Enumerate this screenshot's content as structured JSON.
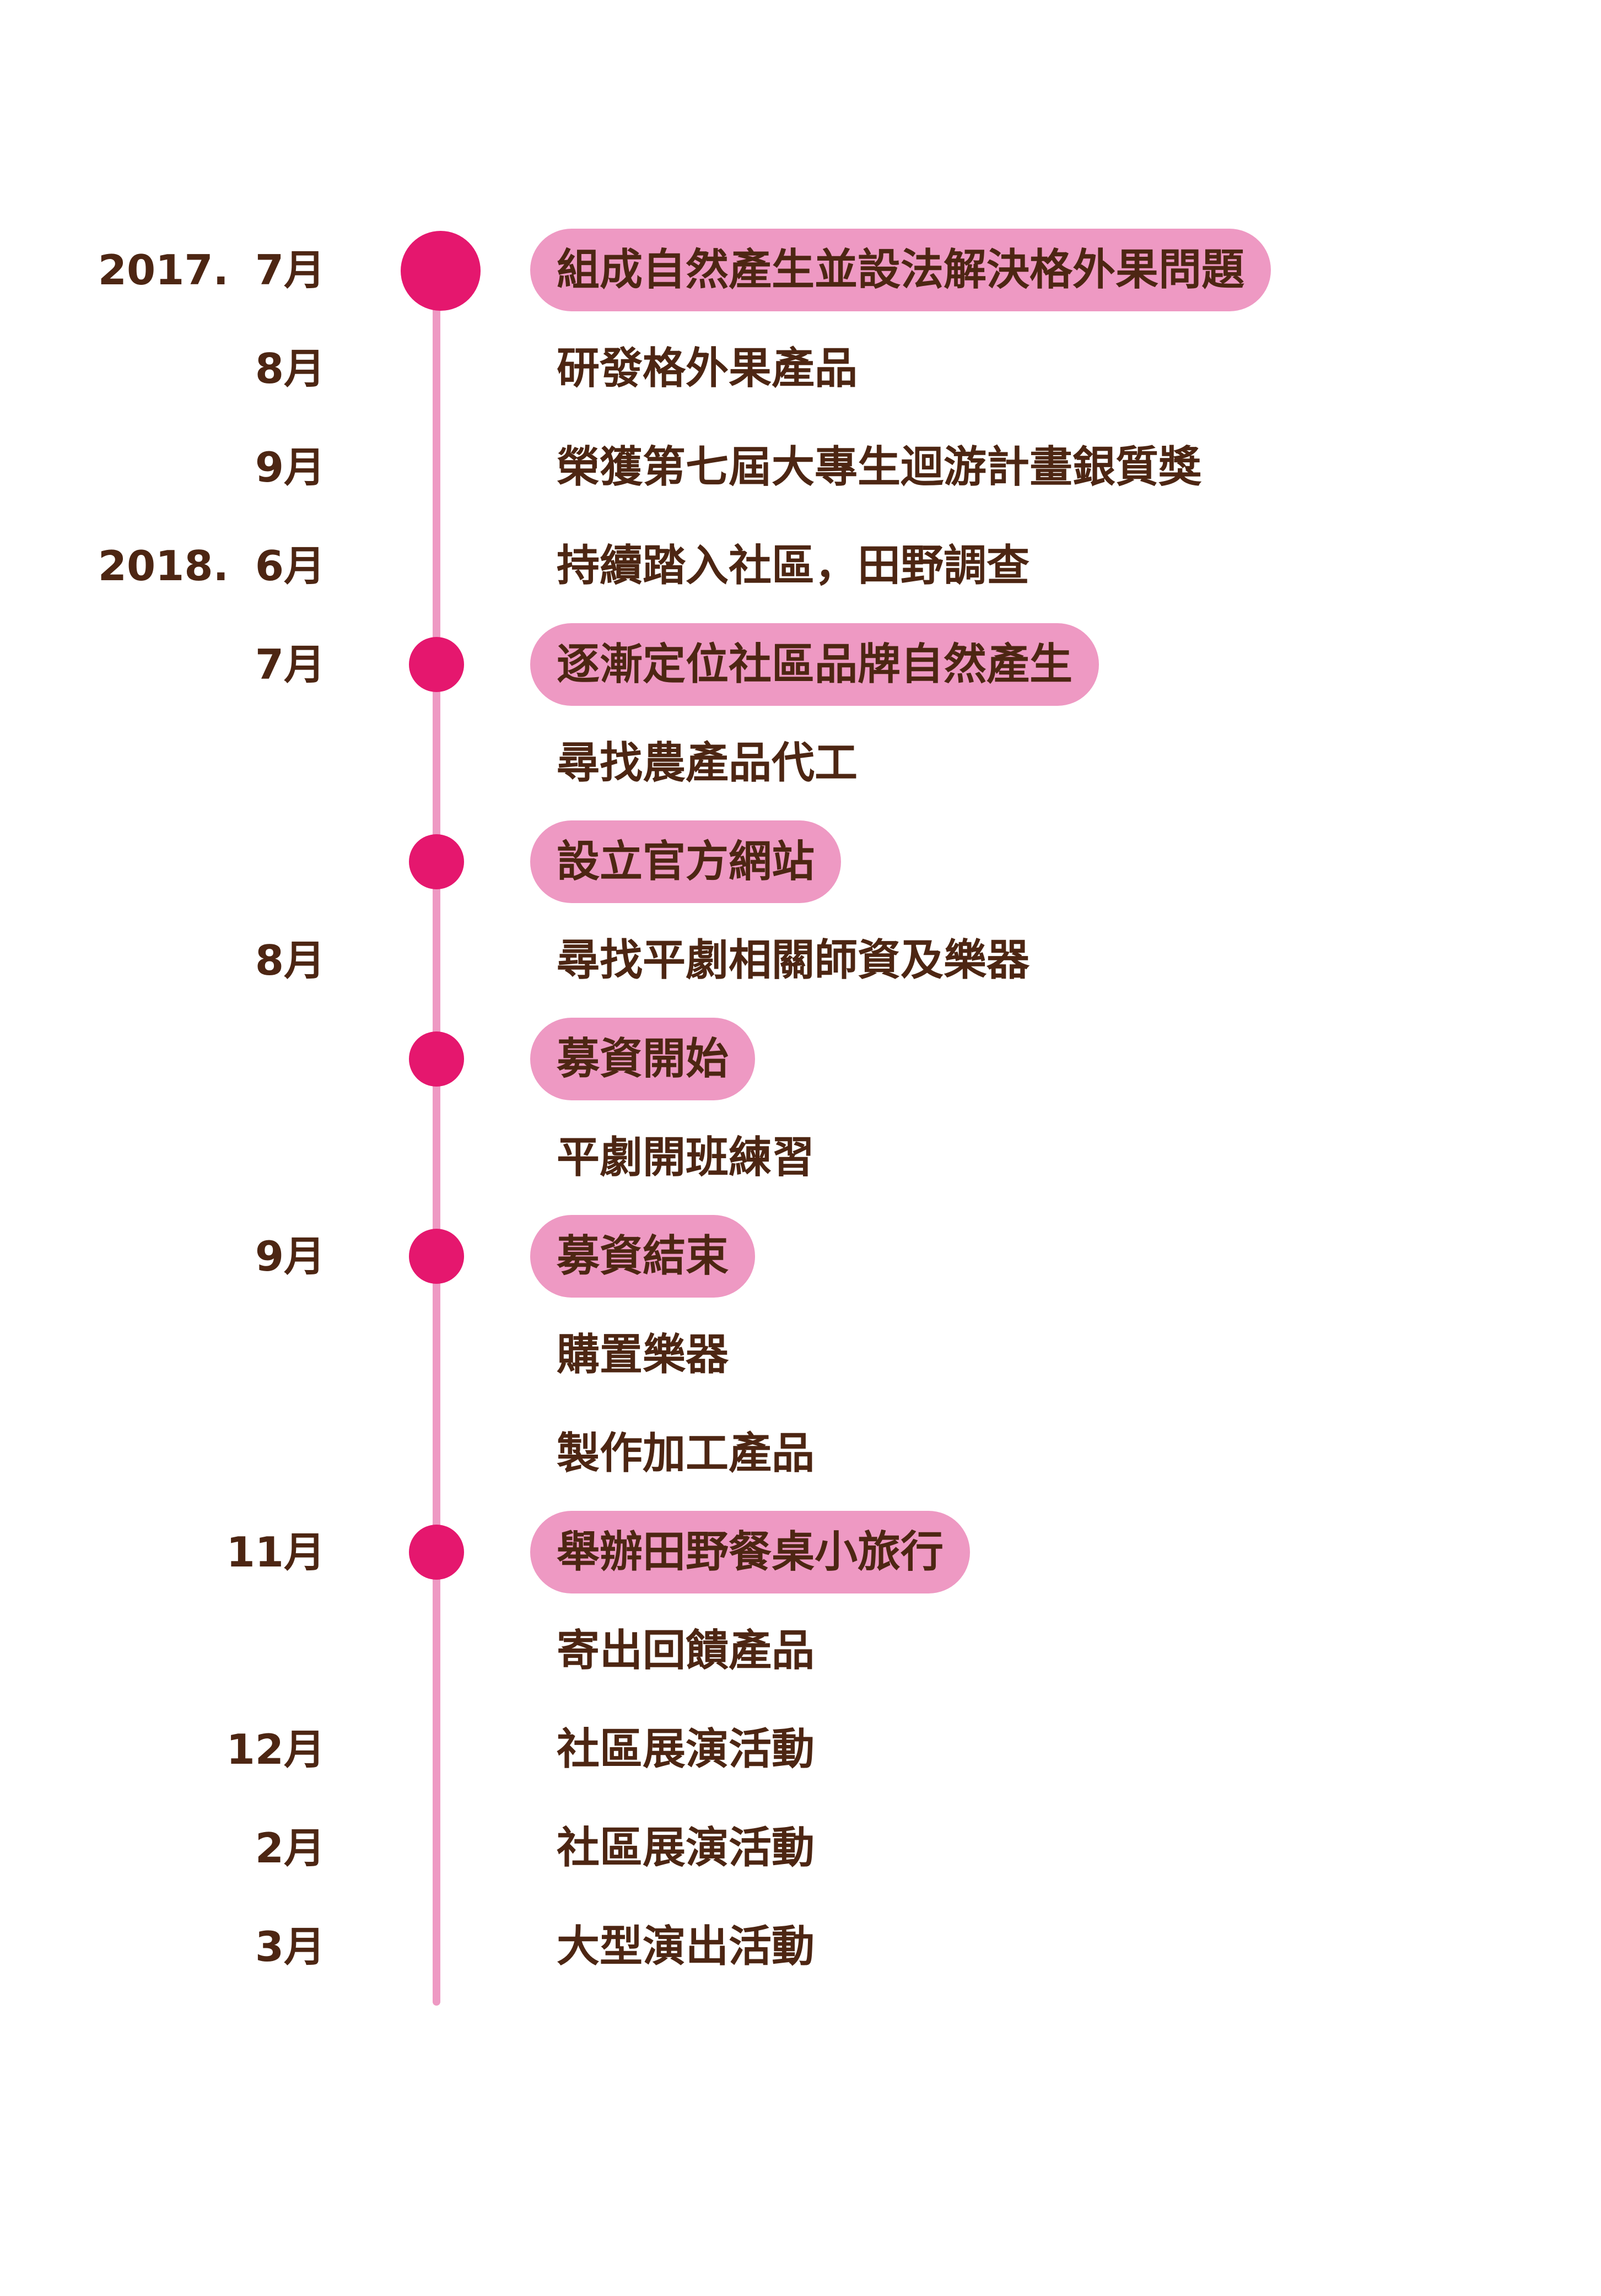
{
  "timeline": [
    {
      "year": "2017.",
      "month": "7月",
      "event": "組成自然產生並設法解決格外果問題",
      "highlight": true,
      "dot": "big"
    },
    {
      "year": "",
      "month": "8月",
      "event": "研發格外果產品",
      "highlight": false,
      "dot": "none"
    },
    {
      "year": "",
      "month": "9月",
      "event": "榮獲第七屆大專生迴游計畫銀質獎",
      "highlight": false,
      "dot": "none"
    },
    {
      "year": "2018.",
      "month": "6月",
      "event": "持續踏入社區，田野調查",
      "highlight": false,
      "dot": "none"
    },
    {
      "year": "",
      "month": "7月",
      "event": "逐漸定位社區品牌自然產生",
      "highlight": true,
      "dot": "small"
    },
    {
      "year": "",
      "month": "",
      "event": "尋找農產品代工",
      "highlight": false,
      "dot": "none"
    },
    {
      "year": "",
      "month": "",
      "event": "設立官方網站",
      "highlight": true,
      "dot": "small"
    },
    {
      "year": "",
      "month": "8月",
      "event": "尋找平劇相關師資及樂器",
      "highlight": false,
      "dot": "none"
    },
    {
      "year": "",
      "month": "",
      "event": "募資開始",
      "highlight": true,
      "dot": "small"
    },
    {
      "year": "",
      "month": "",
      "event": "平劇開班練習",
      "highlight": false,
      "dot": "none"
    },
    {
      "year": "",
      "month": "9月",
      "event": "募資結束",
      "highlight": true,
      "dot": "small"
    },
    {
      "year": "",
      "month": "",
      "event": "購置樂器",
      "highlight": false,
      "dot": "none"
    },
    {
      "year": "",
      "month": "",
      "event": "製作加工產品",
      "highlight": false,
      "dot": "none"
    },
    {
      "year": "",
      "month": "11月",
      "event": "舉辦田野餐桌小旅行",
      "highlight": true,
      "dot": "small"
    },
    {
      "year": "",
      "month": "",
      "event": "寄出回饋產品",
      "highlight": false,
      "dot": "none"
    },
    {
      "year": "",
      "month": "12月",
      "event": "社區展演活動",
      "highlight": false,
      "dot": "none"
    },
    {
      "year": "",
      "month": "2月",
      "event": "社區展演活動",
      "highlight": false,
      "dot": "none"
    },
    {
      "year": "",
      "month": "3月",
      "event": "大型演出活動",
      "highlight": false,
      "dot": "none"
    }
  ],
  "colors": {
    "text": "#4d2613",
    "highlight": "#ee99c3",
    "dot": "#e5176e",
    "axis": "#ee99c3"
  }
}
